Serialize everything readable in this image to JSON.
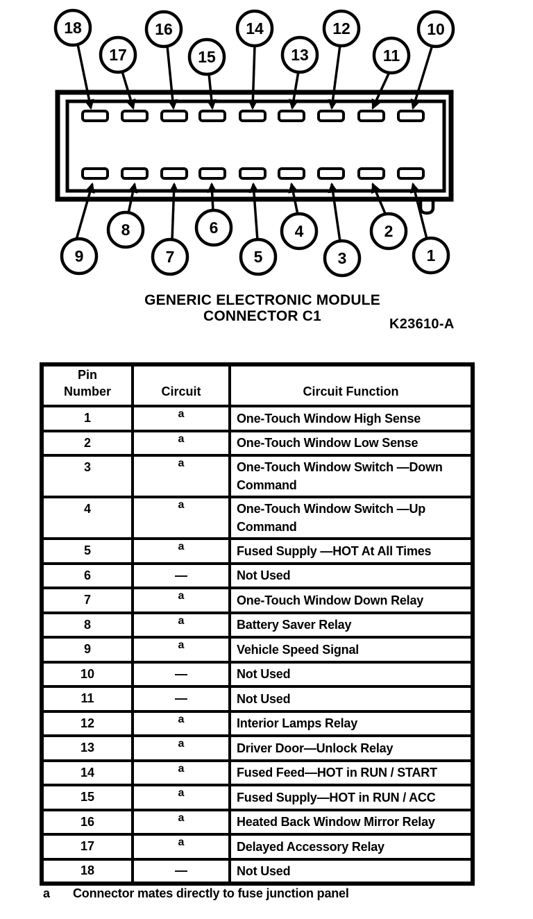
{
  "diagram": {
    "title_line1": "GENERIC ELECTRONIC MODULE",
    "title_line2": "CONNECTOR C1",
    "figure_code": "K23610-A",
    "top_labels": [
      "18",
      "17",
      "16",
      "15",
      "14",
      "13",
      "12",
      "11",
      "10"
    ],
    "bottom_labels": [
      "9",
      "8",
      "7",
      "6",
      "5",
      "4",
      "3",
      "2",
      "1"
    ]
  },
  "table": {
    "headers": {
      "pin": "Pin\nNumber",
      "circuit": "Circuit",
      "function": "Circuit Function"
    },
    "rows": [
      {
        "pin": "1",
        "circuit": "a",
        "function": "One-Touch Window High Sense"
      },
      {
        "pin": "2",
        "circuit": "a",
        "function": "One-Touch Window Low Sense"
      },
      {
        "pin": "3",
        "circuit": "a",
        "function": "One-Touch Window Switch —Down\nCommand"
      },
      {
        "pin": "4",
        "circuit": "a",
        "function": "One-Touch Window Switch —Up\nCommand"
      },
      {
        "pin": "5",
        "circuit": "a",
        "function": "Fused Supply —HOT At All Times"
      },
      {
        "pin": "6",
        "circuit": "—",
        "function": "Not Used"
      },
      {
        "pin": "7",
        "circuit": "a",
        "function": "One-Touch Window Down Relay"
      },
      {
        "pin": "8",
        "circuit": "a",
        "function": "Battery Saver Relay"
      },
      {
        "pin": "9",
        "circuit": "a",
        "function": "Vehicle Speed Signal"
      },
      {
        "pin": "10",
        "circuit": "—",
        "function": "Not Used"
      },
      {
        "pin": "11",
        "circuit": "—",
        "function": "Not Used"
      },
      {
        "pin": "12",
        "circuit": "a",
        "function": "Interior Lamps Relay"
      },
      {
        "pin": "13",
        "circuit": "a",
        "function": "Driver Door—Unlock Relay"
      },
      {
        "pin": "14",
        "circuit": "a",
        "function": "Fused Feed—HOT in RUN / START"
      },
      {
        "pin": "15",
        "circuit": "a",
        "function": "Fused Supply—HOT in RUN / ACC"
      },
      {
        "pin": "16",
        "circuit": "a",
        "function": "Heated Back Window Mirror Relay"
      },
      {
        "pin": "17",
        "circuit": "a",
        "function": "Delayed Accessory Relay"
      },
      {
        "pin": "18",
        "circuit": "—",
        "function": "Not Used"
      }
    ],
    "footnote_marker": "a",
    "footnote_text": "Connector mates directly to fuse junction panel"
  },
  "colors": {
    "ink": "#000000",
    "paper": "#ffffff"
  }
}
